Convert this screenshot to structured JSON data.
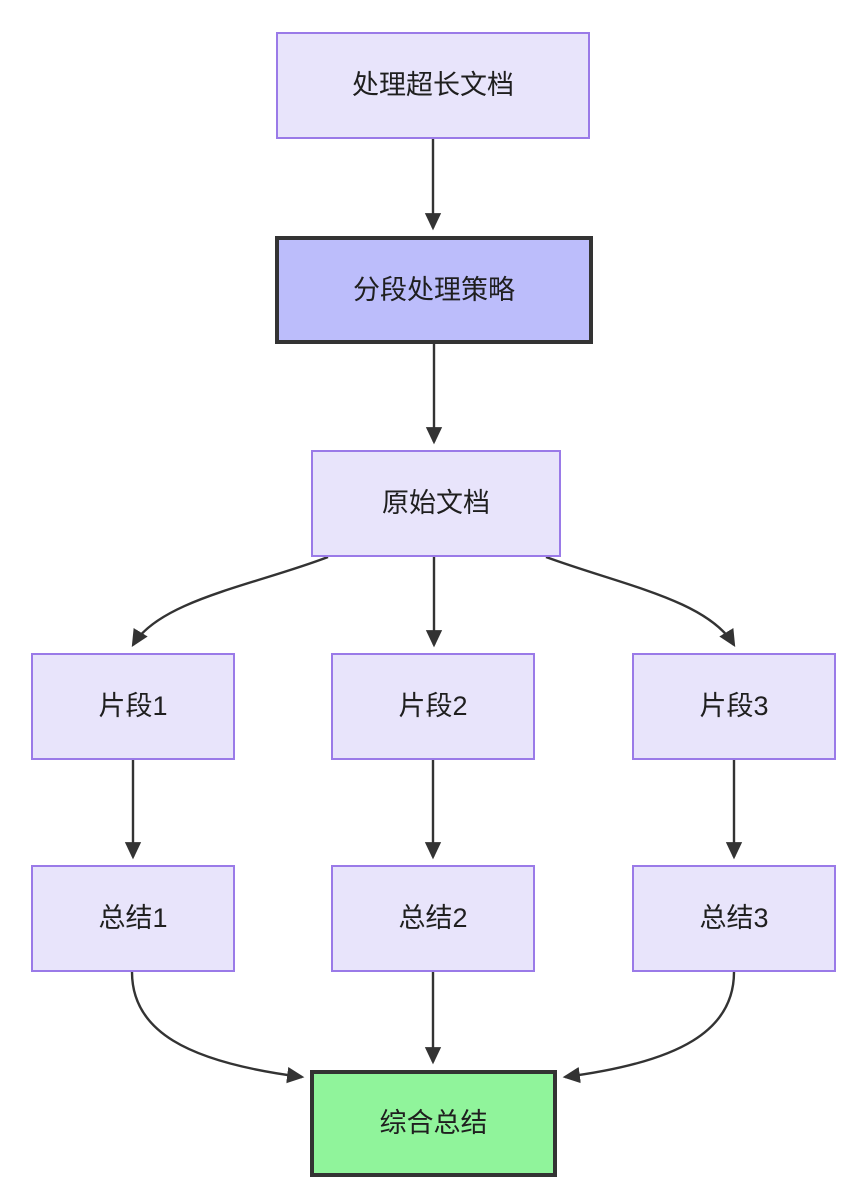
{
  "diagram": {
    "type": "flowchart",
    "direction": "top-down",
    "background": "#ffffff",
    "palette": {
      "node_fill": "#e8e4fb",
      "node_stroke": "#9a7ae8",
      "highlight_fill": "#bcbdfb",
      "highlight_stroke": "#333333",
      "success_fill": "#90f49b",
      "success_stroke": "#333333",
      "edge_stroke": "#333333",
      "text": "#1f1f1f"
    },
    "nodes": [
      {
        "id": "long-doc",
        "label": "处理超长文档",
        "style": "default"
      },
      {
        "id": "strategy",
        "label": "分段处理策略",
        "style": "highlight"
      },
      {
        "id": "source-doc",
        "label": "原始文档",
        "style": "default"
      },
      {
        "id": "chunk-1",
        "label": "片段1",
        "style": "default"
      },
      {
        "id": "chunk-2",
        "label": "片段2",
        "style": "default"
      },
      {
        "id": "chunk-3",
        "label": "片段3",
        "style": "default"
      },
      {
        "id": "summary-1",
        "label": "总结1",
        "style": "default"
      },
      {
        "id": "summary-2",
        "label": "总结2",
        "style": "default"
      },
      {
        "id": "summary-3",
        "label": "总结3",
        "style": "default"
      },
      {
        "id": "final",
        "label": "综合总结",
        "style": "success"
      }
    ],
    "edges": [
      {
        "from": "long-doc",
        "to": "strategy",
        "shape": "straight"
      },
      {
        "from": "strategy",
        "to": "source-doc",
        "shape": "straight"
      },
      {
        "from": "source-doc",
        "to": "chunk-1",
        "shape": "curved"
      },
      {
        "from": "source-doc",
        "to": "chunk-2",
        "shape": "straight"
      },
      {
        "from": "source-doc",
        "to": "chunk-3",
        "shape": "curved"
      },
      {
        "from": "chunk-1",
        "to": "summary-1",
        "shape": "straight"
      },
      {
        "from": "chunk-2",
        "to": "summary-2",
        "shape": "straight"
      },
      {
        "from": "chunk-3",
        "to": "summary-3",
        "shape": "straight"
      },
      {
        "from": "summary-1",
        "to": "final",
        "shape": "curved"
      },
      {
        "from": "summary-2",
        "to": "final",
        "shape": "straight"
      },
      {
        "from": "summary-3",
        "to": "final",
        "shape": "curved"
      }
    ]
  }
}
